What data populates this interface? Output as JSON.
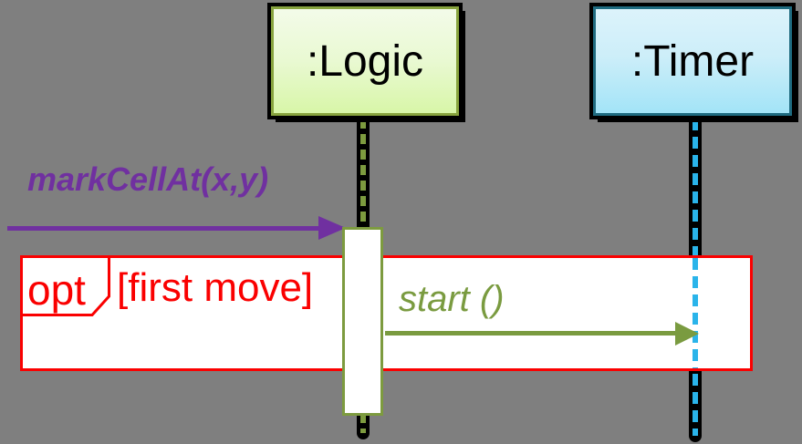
{
  "diagram": {
    "type": "uml-sequence-diagram",
    "background_color": "#7f7f7f",
    "lifelines": [
      {
        "label": ":Logic",
        "head_fill_top": "#f3fbe9",
        "head_fill_bottom": "#d8f6a8",
        "head_border_color": "#87a33e",
        "line_dash_color": "#7d9b3f"
      },
      {
        "label": ":Timer",
        "head_fill_top": "#dcf3fb",
        "head_fill_bottom": "#a3e4f7",
        "head_border_color": "#1f6b80",
        "line_dash_color": "#2ab4ea"
      }
    ],
    "messages": [
      {
        "label": "markCellAt(x,y)",
        "color": "#7030a0",
        "from": "environment",
        "to": ":Logic"
      },
      {
        "label": "start ()",
        "color": "#7a9b40",
        "from": ":Logic",
        "to": ":Timer"
      }
    ],
    "fragment": {
      "operator": "opt",
      "guard": "[first move]",
      "color": "#fa0000",
      "fill": "#ffffff"
    },
    "activation": {
      "fill": "#ffffff",
      "border_color": "#7d9b3f",
      "lifeline": ":Logic"
    }
  }
}
